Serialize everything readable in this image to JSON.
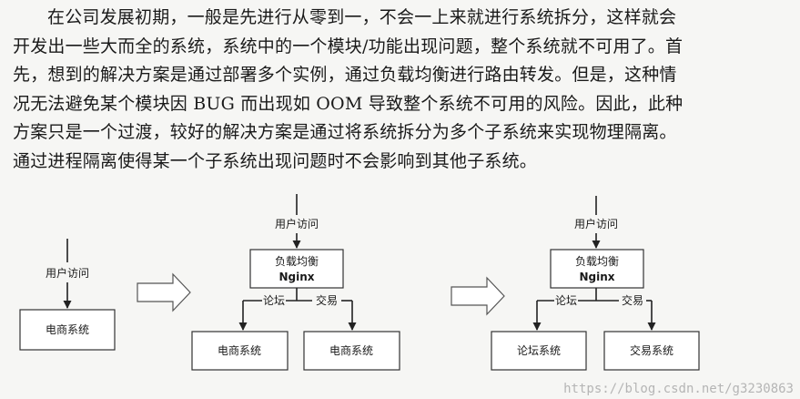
{
  "paragraph": {
    "lines": [
      "在公司发展初期，一般是先进行从零到一，不会一上来就进行系统拆分，这样就会",
      "开发出一些大而全的系统，系统中的一个模块/功能出现问题，整个系统就不可用了。首",
      "先，想到的解决方案是通过部署多个实例，通过负载均衡进行路由转发。但是，这种情",
      "况无法避免某个模块因 BUG 而出现如 OOM 导致整个系统不可用的风险。因此，此种",
      "方案只是一个过渡，较好的解决方案是通过将系统拆分为多个子系统来实现物理隔离。",
      "通过进程隔离使得某一个子系统出现问题时不会影响到其他子系统。"
    ]
  },
  "diagram": {
    "stage1": {
      "user_access": "用户访问",
      "system": "电商系统"
    },
    "stage2": {
      "user_access": "用户访问",
      "lb_line1": "负载均衡",
      "lb_line2": "Nginx",
      "route_left": "论坛",
      "route_right": "交易",
      "left_box": "电商系统",
      "right_box": "电商系统"
    },
    "stage3": {
      "user_access": "用户访问",
      "lb_line1": "负载均衡",
      "lb_line2": "Nginx",
      "route_left": "论坛",
      "route_right": "交易",
      "left_box": "论坛系统",
      "right_box": "交易系统"
    }
  },
  "watermark": "https://blog.csdn.net/g3230863"
}
